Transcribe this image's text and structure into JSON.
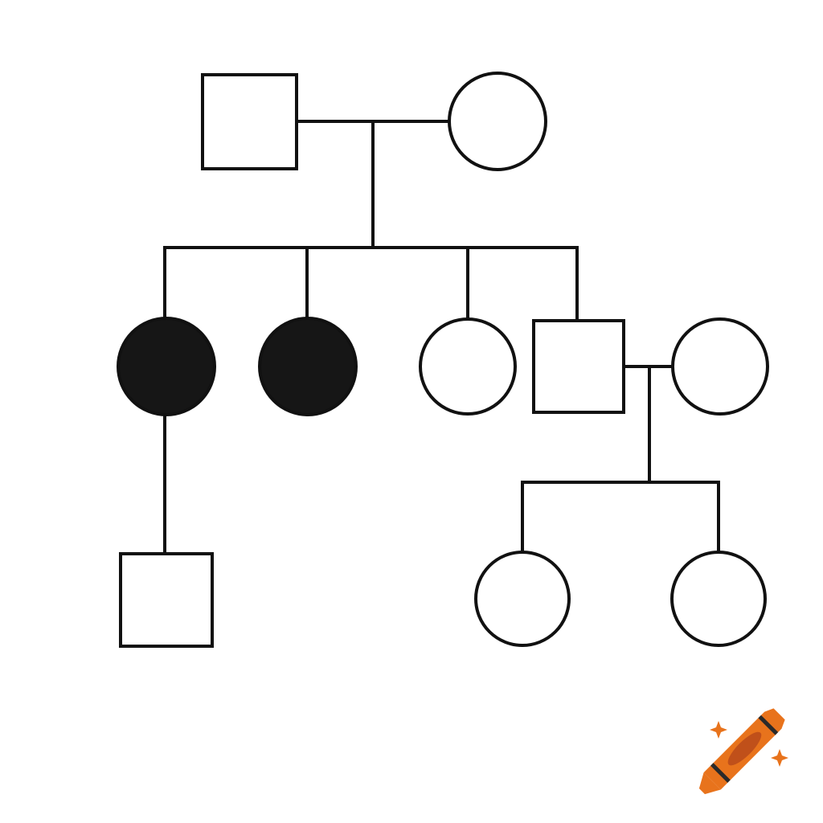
{
  "pedigree": {
    "colors": {
      "stroke": "#111111",
      "affected_fill": "#161616",
      "unaffected_fill": "#ffffff",
      "background": "#ffffff"
    },
    "generations": [
      {
        "generation": 1,
        "individuals": [
          {
            "id": "g1-father",
            "sex": "male",
            "affected": false
          },
          {
            "id": "g1-mother",
            "sex": "female",
            "affected": false
          }
        ]
      },
      {
        "generation": 2,
        "individuals": [
          {
            "id": "g2-daughter-1",
            "sex": "female",
            "affected": true
          },
          {
            "id": "g2-daughter-2",
            "sex": "female",
            "affected": true
          },
          {
            "id": "g2-daughter-3",
            "sex": "female",
            "affected": false
          },
          {
            "id": "g2-son",
            "sex": "male",
            "affected": false
          },
          {
            "id": "g2-son-spouse",
            "sex": "female",
            "affected": false
          }
        ]
      },
      {
        "generation": 3,
        "individuals": [
          {
            "id": "g3-son-of-daughter-1",
            "sex": "male",
            "affected": false
          },
          {
            "id": "g3-daughter-1",
            "sex": "female",
            "affected": false
          },
          {
            "id": "g3-daughter-2",
            "sex": "female",
            "affected": false
          }
        ]
      }
    ]
  },
  "watermark": {
    "icon": "crayon-icon",
    "colors": {
      "body": "#e8731c",
      "band": "#2a2a2a",
      "label": "#c0501a",
      "spark": "#e8731c"
    }
  }
}
